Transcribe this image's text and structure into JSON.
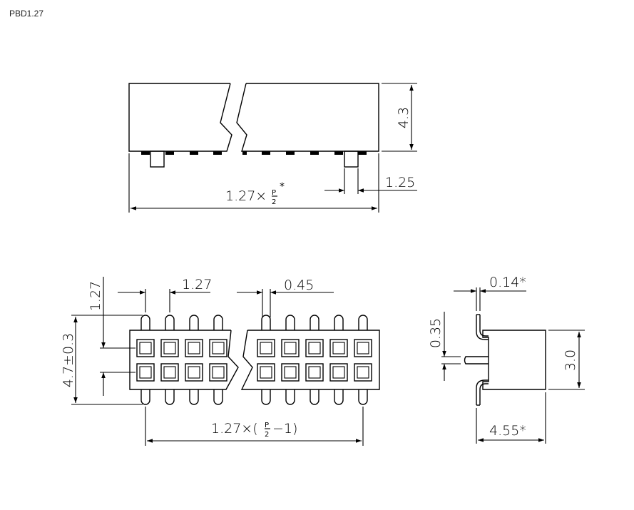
{
  "title": "PBD1.27",
  "top_view": {
    "height_dim": "4.3",
    "pin_width_dim": "1.25",
    "length_dim": {
      "prefix": "1.27×",
      "num": "P",
      "den": "2",
      "suffix": "*"
    }
  },
  "front_view": {
    "pitch_dim": "1.27",
    "pin_dim": "0.45",
    "row_pitch_dim": "1.27",
    "height_dim": "4.7±0.3",
    "span_dim": {
      "prefix": "1.27×(",
      "num": "P",
      "den": "2",
      "suffix": "−1)"
    }
  },
  "side_view": {
    "thickness_dim": "0.14*",
    "pin_dim": "0.35",
    "height_dim": "3.0",
    "depth_dim": "4.55*"
  }
}
